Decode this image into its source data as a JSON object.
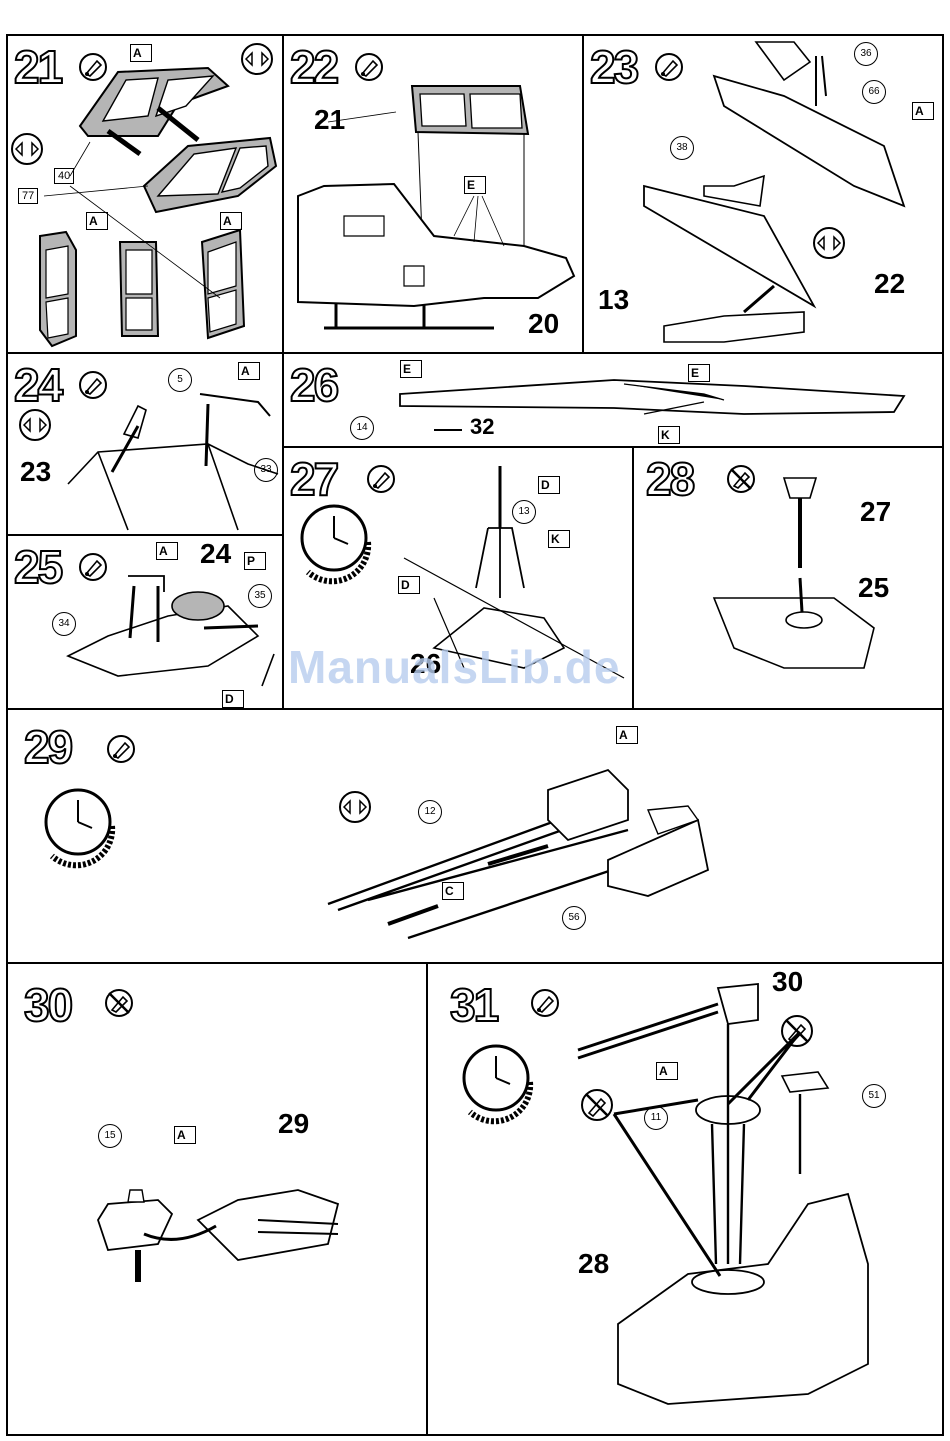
{
  "watermark": "ManualsLib.de",
  "steps": {
    "s21": {
      "number": "21",
      "labels": {
        "a1": "A",
        "a2": "A",
        "a3": "A",
        "n40": "40",
        "n77": "77"
      }
    },
    "s22": {
      "number": "22",
      "labels": {
        "l21": "21",
        "l20": "20",
        "e": "E"
      }
    },
    "s23": {
      "number": "23",
      "labels": {
        "n36": "36",
        "n66": "66",
        "a": "A",
        "n38": "38",
        "l22": "22",
        "l13": "13"
      }
    },
    "s24": {
      "number": "24",
      "labels": {
        "n5": "5",
        "a": "A",
        "l23": "23",
        "n33": "33"
      }
    },
    "s25": {
      "number": "25",
      "labels": {
        "a": "A",
        "l24": "24",
        "p": "P",
        "n35": "35",
        "n34": "34",
        "d": "D"
      }
    },
    "s26": {
      "number": "26",
      "labels": {
        "e1": "E",
        "e2": "E",
        "n14": "14",
        "l32": "32",
        "k": "K"
      }
    },
    "s27": {
      "number": "27",
      "labels": {
        "d1": "D",
        "n13": "13",
        "k": "K",
        "d2": "D",
        "l26": "26"
      }
    },
    "s28": {
      "number": "28",
      "labels": {
        "l27": "27",
        "l25": "25"
      }
    },
    "s29": {
      "number": "29",
      "labels": {
        "a": "A",
        "n12": "12",
        "c": "C",
        "n56": "56"
      }
    },
    "s30": {
      "number": "30",
      "labels": {
        "n15": "15",
        "a": "A",
        "l29": "29"
      }
    },
    "s31": {
      "number": "31",
      "labels": {
        "l30": "30",
        "a": "A",
        "n51": "51",
        "n11": "11",
        "l28": "28"
      }
    }
  },
  "icons": {
    "glue": "glue-icon",
    "no_glue": "no-glue-icon",
    "clock": "drying-time-clock-icon",
    "cement_arrows": "apply-cement-icon"
  },
  "colors": {
    "line": "#000000",
    "fill_gray": "#a9a9a9",
    "panel_bg": "#ffffff",
    "watermark": "#b7cdee"
  }
}
